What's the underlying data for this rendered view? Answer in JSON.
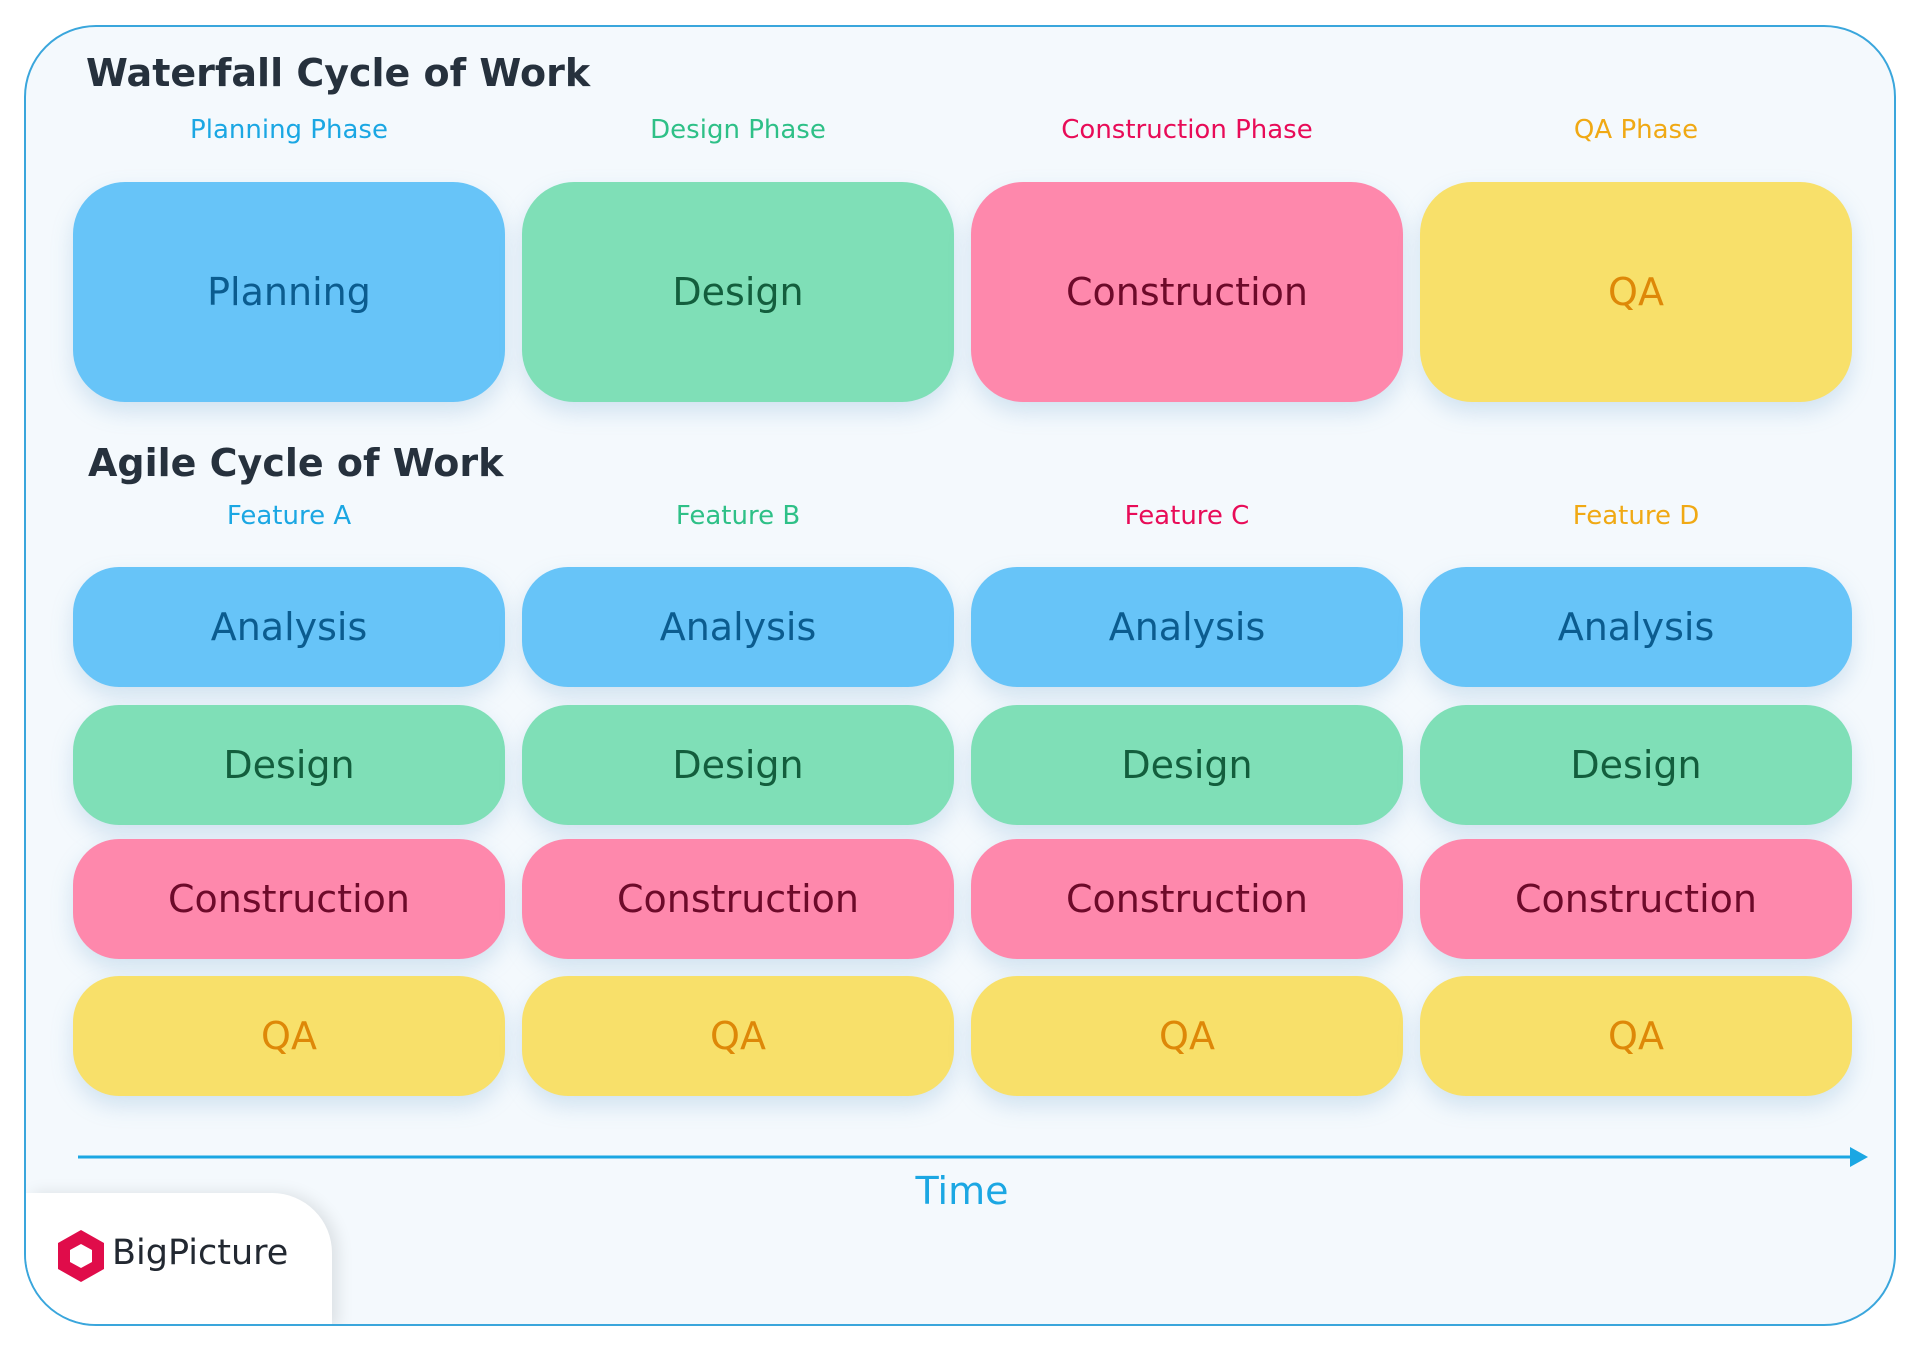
{
  "waterfall": {
    "title": "Waterfall Cycle of Work",
    "phases": [
      {
        "label": "Planning Phase",
        "box": "Planning"
      },
      {
        "label": "Design Phase",
        "box": "Design"
      },
      {
        "label": "Construction Phase",
        "box": "Construction"
      },
      {
        "label": "QA Phase",
        "box": "QA"
      }
    ]
  },
  "agile": {
    "title": "Agile Cycle of Work",
    "features": [
      {
        "label": "Feature A",
        "steps": [
          "Analysis",
          "Design",
          "Construction",
          "QA"
        ]
      },
      {
        "label": "Feature B",
        "steps": [
          "Analysis",
          "Design",
          "Construction",
          "QA"
        ]
      },
      {
        "label": "Feature C",
        "steps": [
          "Analysis",
          "Design",
          "Construction",
          "QA"
        ]
      },
      {
        "label": "Feature D",
        "steps": [
          "Analysis",
          "Design",
          "Construction",
          "QA"
        ]
      }
    ]
  },
  "time_axis": {
    "label": "Time"
  },
  "brand": {
    "name": "BigPicture",
    "icon": "hexagon-logo-icon"
  },
  "colors": {
    "frame_border": "#3aa6dc",
    "background": "#f4f9fd",
    "blue": "#67c4f8",
    "green": "#7fdfb7",
    "pink": "#fe88ac",
    "yellow": "#f8e06a",
    "accent_blue_text": "#1ba7e3",
    "logo_red": "#e00c4a"
  }
}
